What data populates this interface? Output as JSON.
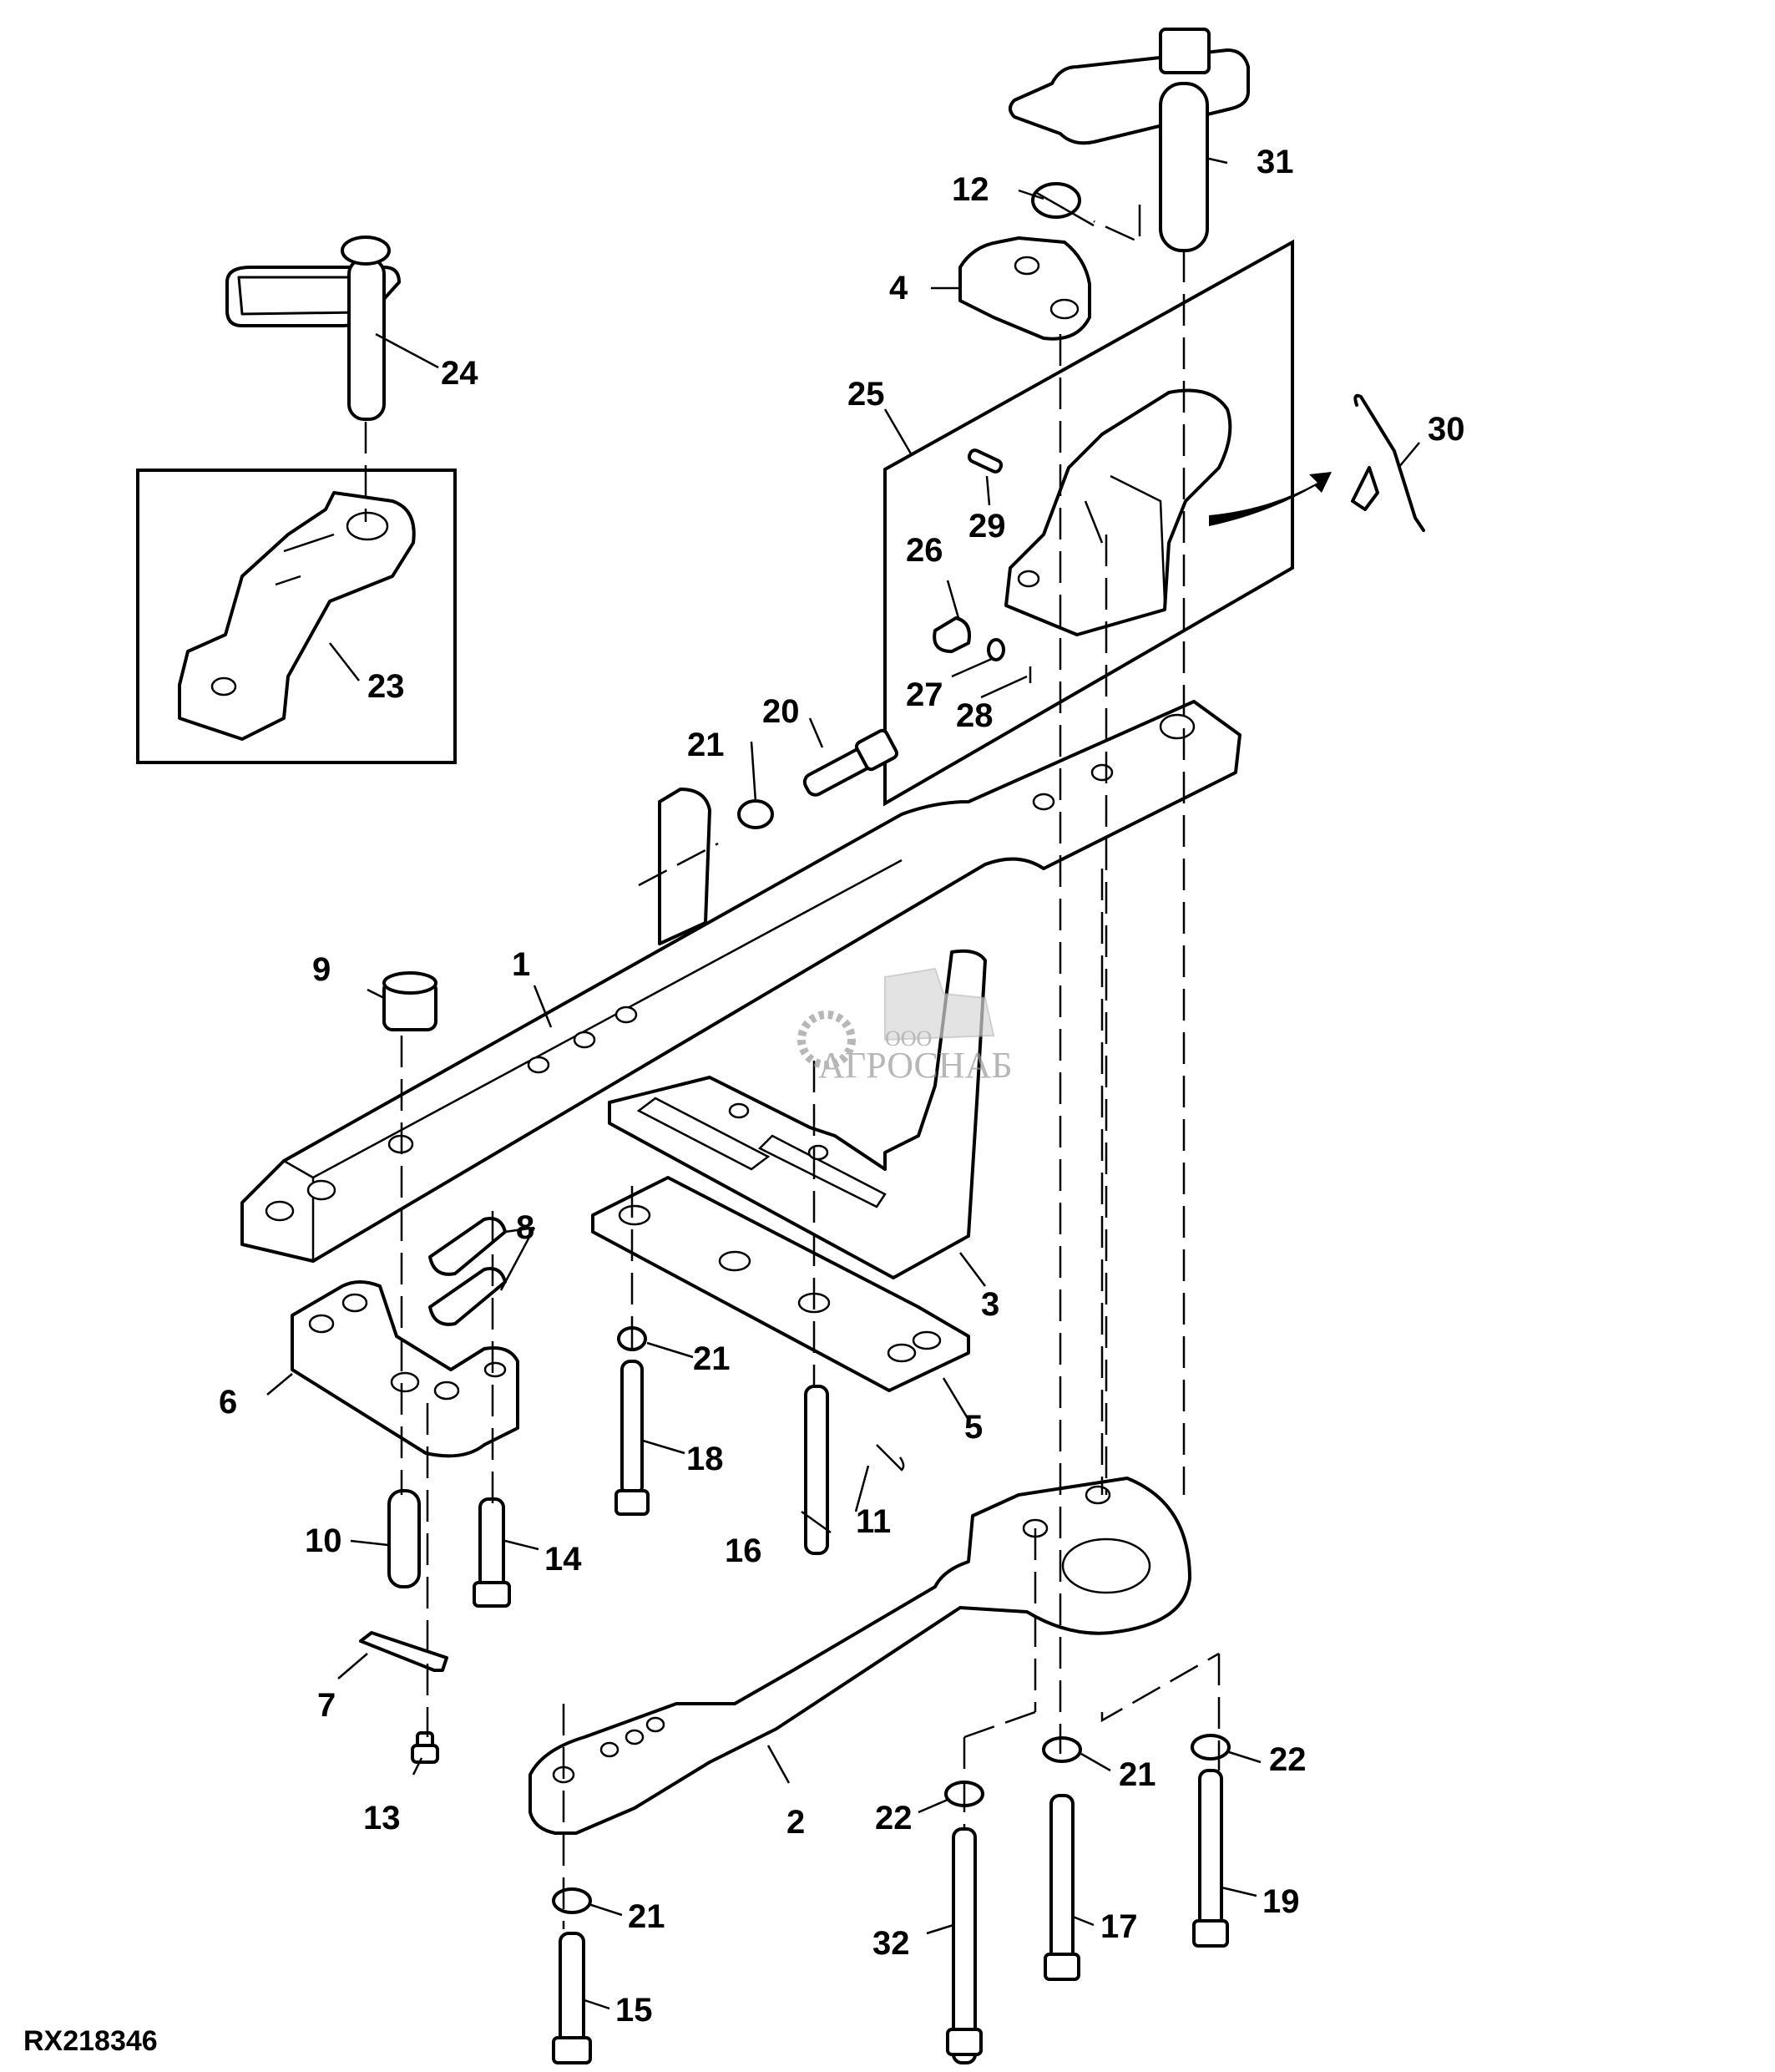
{
  "figure": {
    "id": "RX218346",
    "description": "Exploded parts diagram - drawbar / hitch assembly"
  },
  "watermark": {
    "prefix": "ООО",
    "text": "АГРОСНАБ"
  },
  "callouts": [
    {
      "key": "c1",
      "label": "1"
    },
    {
      "key": "c2",
      "label": "2"
    },
    {
      "key": "c3",
      "label": "3"
    },
    {
      "key": "c4",
      "label": "4"
    },
    {
      "key": "c5",
      "label": "5"
    },
    {
      "key": "c6",
      "label": "6"
    },
    {
      "key": "c7",
      "label": "7"
    },
    {
      "key": "c8",
      "label": "8"
    },
    {
      "key": "c9",
      "label": "9"
    },
    {
      "key": "c10",
      "label": "10"
    },
    {
      "key": "c11",
      "label": "11"
    },
    {
      "key": "c12",
      "label": "12"
    },
    {
      "key": "c13",
      "label": "13"
    },
    {
      "key": "c14",
      "label": "14"
    },
    {
      "key": "c15",
      "label": "15"
    },
    {
      "key": "c16",
      "label": "16"
    },
    {
      "key": "c17",
      "label": "17"
    },
    {
      "key": "c18",
      "label": "18"
    },
    {
      "key": "c19",
      "label": "19"
    },
    {
      "key": "c20",
      "label": "20"
    },
    {
      "key": "c21a",
      "label": "21"
    },
    {
      "key": "c21b",
      "label": "21"
    },
    {
      "key": "c21c",
      "label": "21"
    },
    {
      "key": "c21d",
      "label": "21"
    },
    {
      "key": "c22a",
      "label": "22"
    },
    {
      "key": "c22b",
      "label": "22"
    },
    {
      "key": "c23",
      "label": "23"
    },
    {
      "key": "c24",
      "label": "24"
    },
    {
      "key": "c25",
      "label": "25"
    },
    {
      "key": "c26",
      "label": "26"
    },
    {
      "key": "c27",
      "label": "27"
    },
    {
      "key": "c28",
      "label": "28"
    },
    {
      "key": "c29",
      "label": "29"
    },
    {
      "key": "c30",
      "label": "30"
    },
    {
      "key": "c31",
      "label": "31"
    },
    {
      "key": "c32",
      "label": "32"
    }
  ]
}
